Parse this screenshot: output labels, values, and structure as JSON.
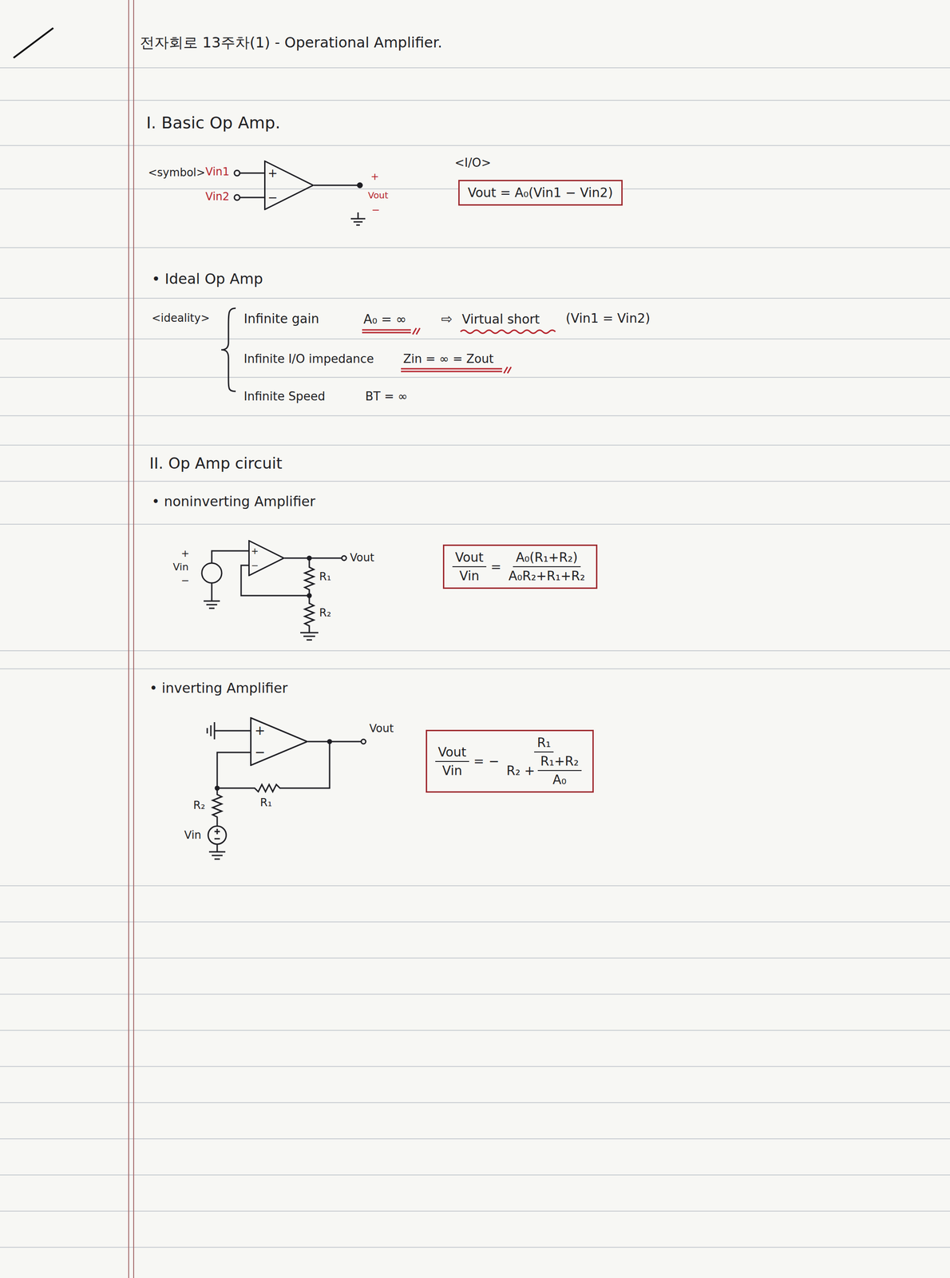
{
  "diagram": {
    "title": "전자회로 13주차(1) - Operational Amplifier.",
    "nodes": [
      {
        "text": [
          "+",
          "−"
        ]
      },
      {
        "text": [
          "Vout = A₀(Vin1 − Vin2)"
        ]
      },
      {
        "text": [
          "+",
          "−"
        ]
      },
      {
        "text": [
          "Vout",
          "Vin",
          "=",
          "A₀(R₁+R₂)",
          "A₀R₂+R₁+R₂"
        ]
      },
      {
        "text": [
          "+",
          "−"
        ]
      },
      {
        "text": [
          "Vout",
          "Vin",
          "=",
          "−",
          "R₁",
          "R₂ +",
          "R₁+R₂",
          "A₀"
        ]
      }
    ],
    "labels": [
      "I. Basic Op Amp.",
      "<symbol>",
      "Vin1",
      "Vin2",
      "+",
      "Vout",
      "−",
      "<I/O>",
      "• Ideal Op Amp",
      "<ideality>",
      "Infinite gain",
      "A₀ = ∞",
      "⇨",
      "Virtual short",
      "(Vin1 = Vin2)",
      "Infinite I/O impedance",
      "Zin = ∞ = Zout",
      "Infinite Speed",
      "BT = ∞",
      "II. Op Amp circuit",
      "• noninverting Amplifier",
      "+",
      "Vin",
      "−",
      "Vout",
      "R₁",
      "R₂",
      "• inverting Amplifier",
      "Vout",
      "R₁",
      "R₂",
      "Vin"
    ]
  }
}
